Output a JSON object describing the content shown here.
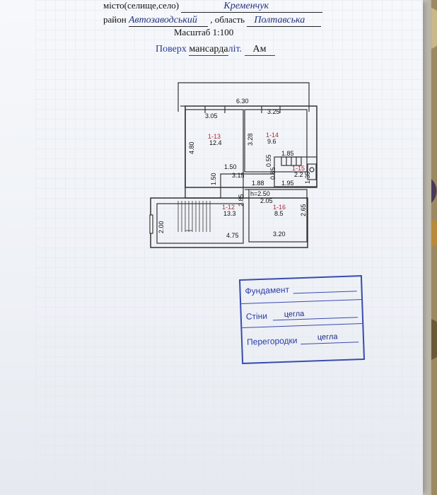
{
  "header": {
    "city_label": "місто(селище,село)",
    "city_value": "Кременчук",
    "district_label": "район",
    "district_value": "Автозаводський",
    "region_label": ", область",
    "region_value": "Полтавська",
    "scale": "Масштаб  1:100"
  },
  "floor": {
    "label": "Поверх",
    "value": "мансарда",
    "lit_label": "літ.",
    "lit_value": "Ам"
  },
  "plan": {
    "dims": {
      "top_width": "6.30",
      "room13_width": "3.05",
      "room14_width": "3.25",
      "room13_height": "4.80",
      "room14_height": "3.28",
      "d055": "0.55",
      "d185": "1.85",
      "d150a": "1.50",
      "d150b": "1.50",
      "d315": "3.15",
      "d085": "0.85",
      "d135": "1.35",
      "d188": "1.88",
      "d195": "1.95",
      "h": "h=2.50",
      "d205": "2.05",
      "d285": "2.85",
      "d265": "2.65",
      "d200": "2.00",
      "d475": "4.75",
      "d320": "3.20"
    },
    "rooms": [
      {
        "id": "1-13",
        "area": "12.4"
      },
      {
        "id": "1-14",
        "area": "9.6"
      },
      {
        "id": "1-15",
        "area": "2.2"
      },
      {
        "id": "1-12",
        "area": "13.3"
      },
      {
        "id": "1-16",
        "area": "8.5"
      }
    ]
  },
  "stamp": {
    "foundation_label": "Фундамент",
    "walls_label": "Стіни",
    "walls_value": "цегла",
    "partitions_label": "Перегородки",
    "partitions_value": "цегла"
  }
}
